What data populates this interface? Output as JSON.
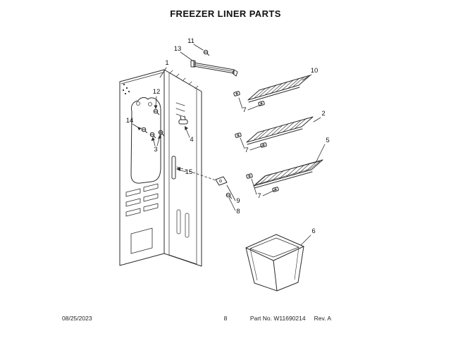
{
  "title": "FREEZER LINER PARTS",
  "footer": {
    "date": "08/25/2023",
    "page": "8",
    "part_no": "Part No. W11690214",
    "rev": "Rev. A"
  },
  "callouts": {
    "c1": "1",
    "c2": "2",
    "c3": "3",
    "c4": "4",
    "c5": "5",
    "c6": "6",
    "c7a": "7",
    "c7b": "7",
    "c7c": "7",
    "c8": "8",
    "c9": "9",
    "c10": "10",
    "c11": "11",
    "c12": "12",
    "c13": "13",
    "c14": "14",
    "c15": "15"
  }
}
